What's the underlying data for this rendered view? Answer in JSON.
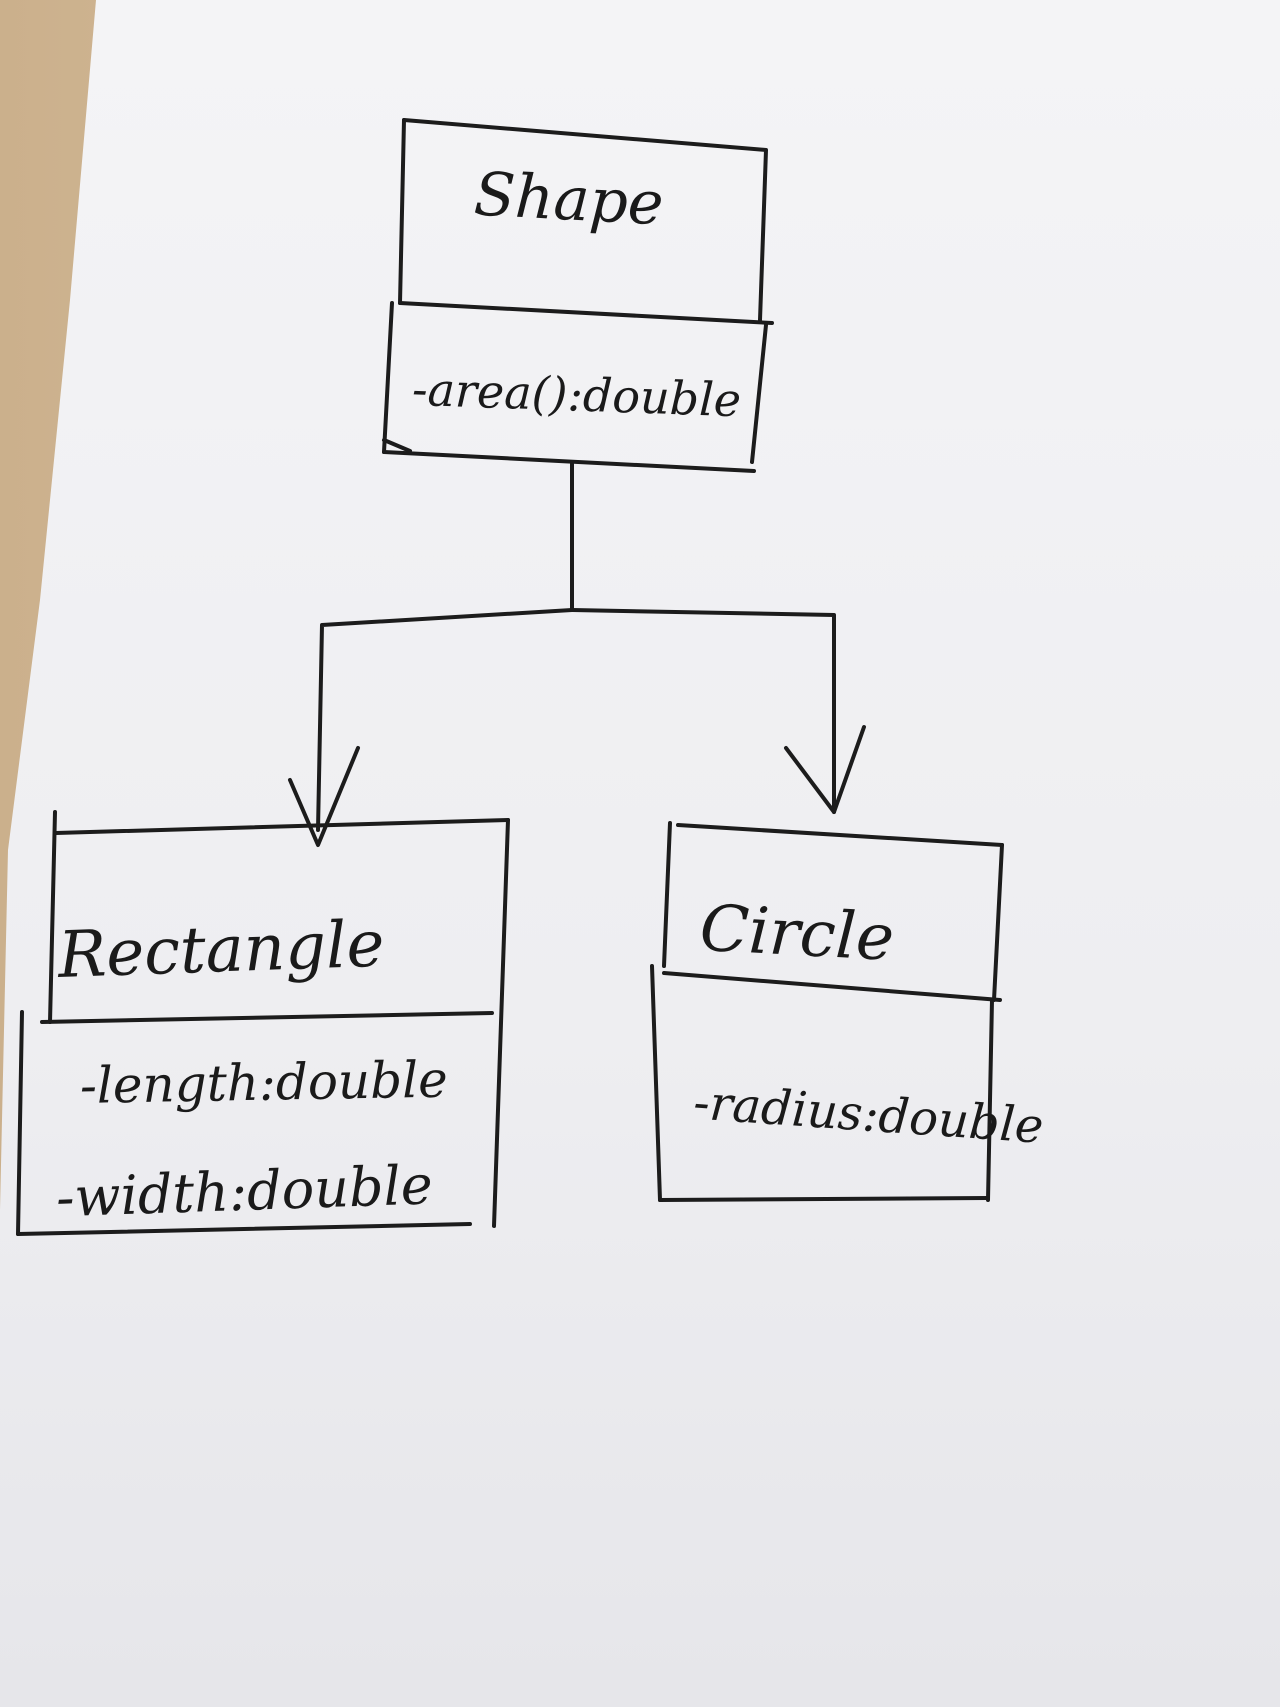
{
  "diagram": {
    "classes": [
      {
        "id": "shape",
        "name": "Shape",
        "members": [
          "-area():double"
        ]
      },
      {
        "id": "rectangle",
        "name": "Rectangle",
        "members": [
          "-length:double",
          "-width:double"
        ]
      },
      {
        "id": "circle",
        "name": "Circle",
        "members": [
          "-radius:double"
        ]
      }
    ],
    "relations": [
      {
        "from": "shape",
        "to": "rectangle",
        "kind": "arrow"
      },
      {
        "from": "shape",
        "to": "circle",
        "kind": "arrow"
      }
    ]
  },
  "colors": {
    "ink": "#1c1c1c",
    "paper": "#f1f1f3",
    "desk": "#d9c3a3"
  }
}
